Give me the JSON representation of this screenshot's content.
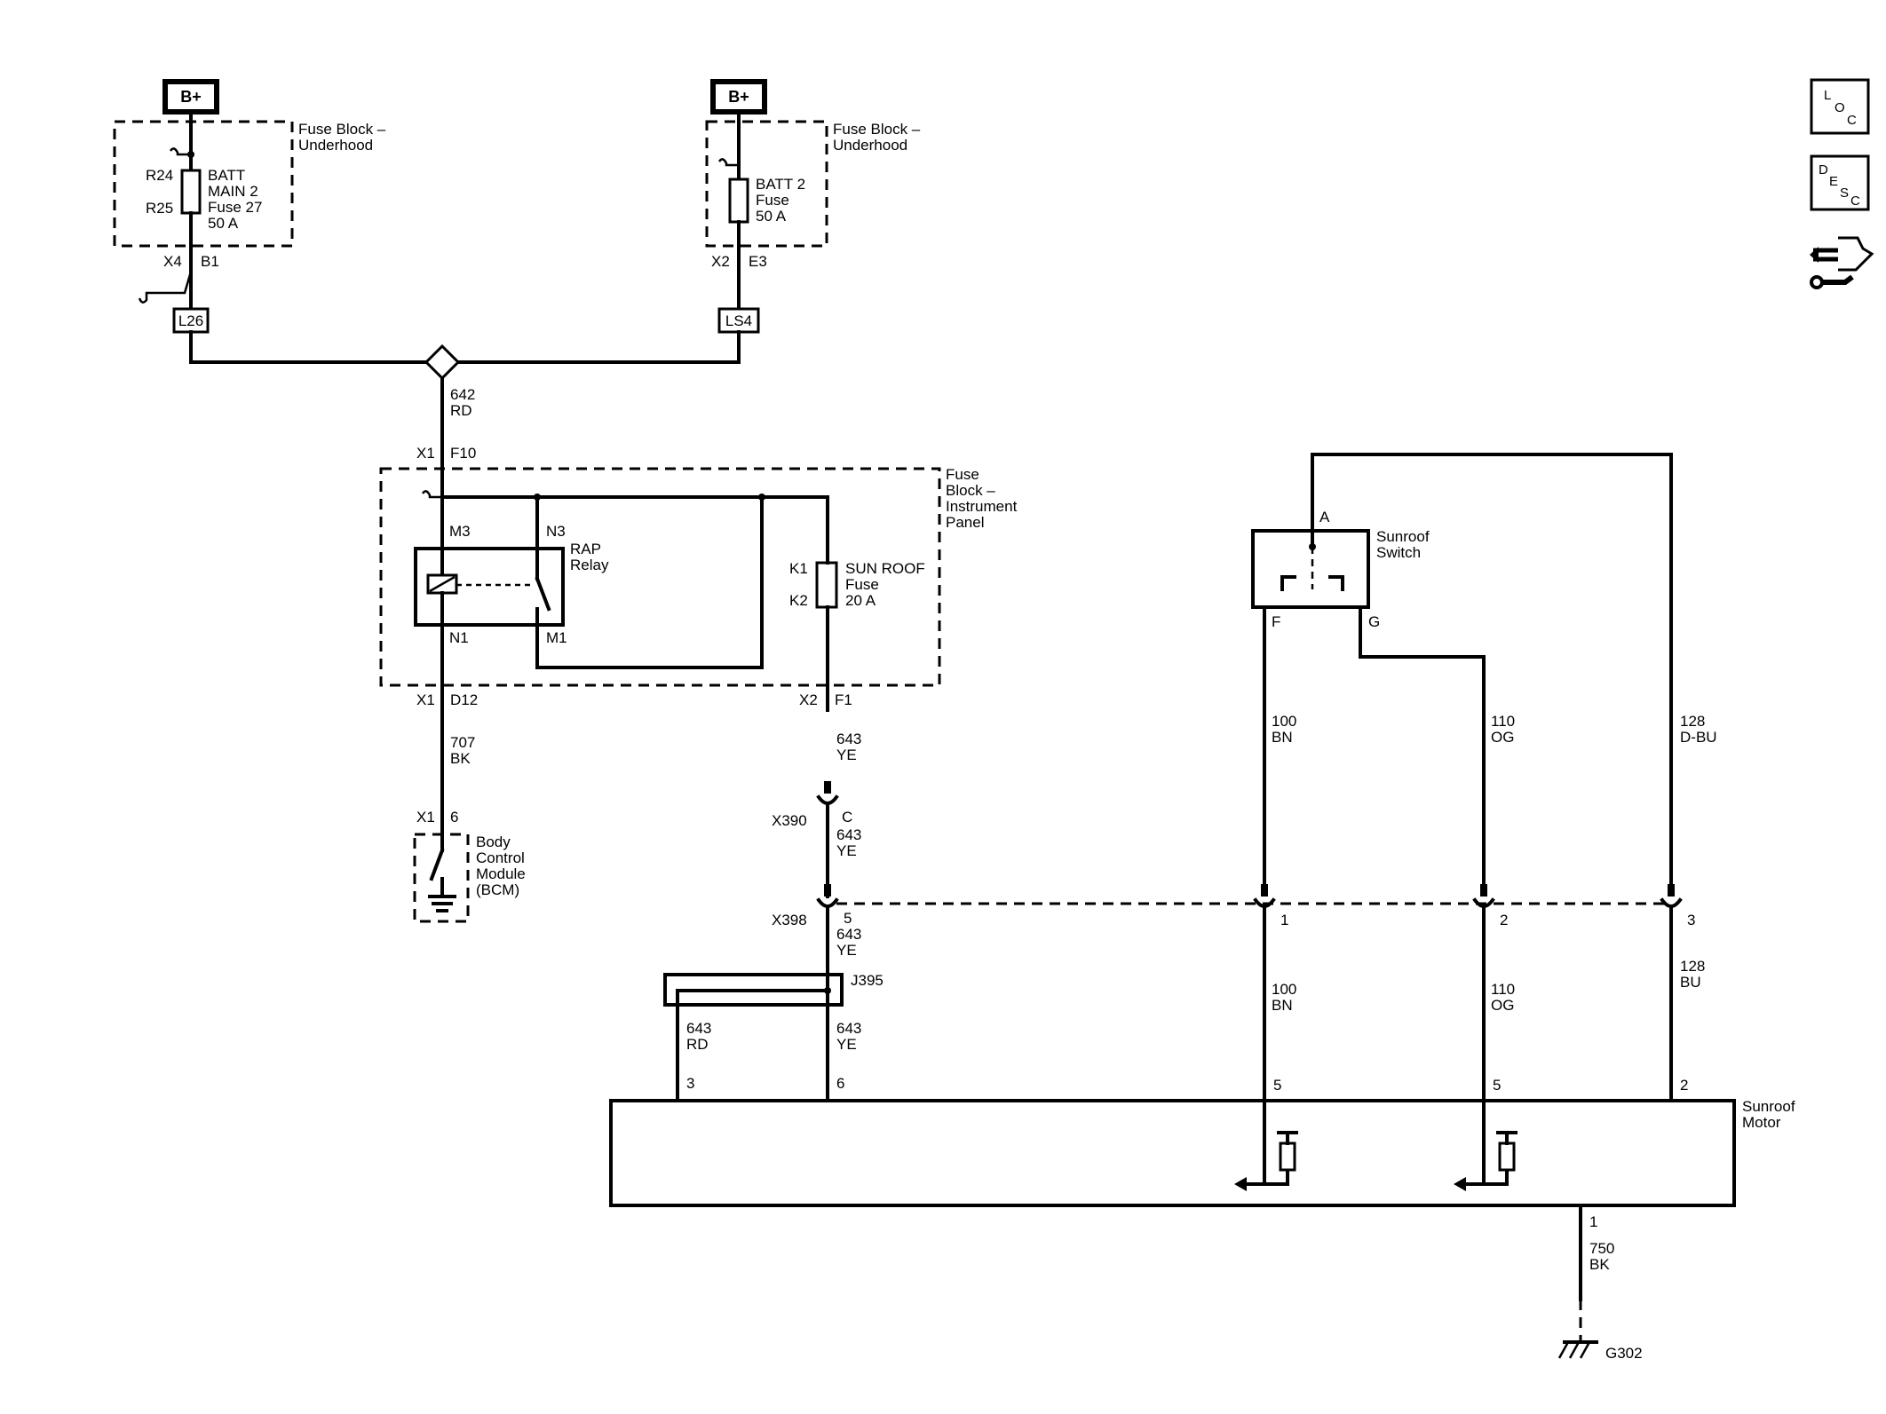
{
  "power": {
    "bplus_left": "B+",
    "bplus_right": "B+",
    "fuse_block_underhood_left": [
      "Fuse Block –",
      "Underhood"
    ],
    "fuse_block_underhood_right": [
      "Fuse Block –",
      "Underhood"
    ],
    "batt_main2_pin_top": "R24",
    "batt_main2_pin_bottom": "R25",
    "batt_main2_label": [
      "BATT",
      "MAIN 2",
      "Fuse 27",
      "50 A"
    ],
    "batt2_label": [
      "BATT 2",
      "Fuse",
      "50 A"
    ],
    "left_connector": "X4",
    "left_pin": "B1",
    "right_connector": "X2",
    "right_pin": "E3",
    "left_splice": "L26",
    "right_splice": "LS4"
  },
  "ip_fuse_block": {
    "label": [
      "Fuse",
      "Block –",
      "Instrument",
      "Panel"
    ],
    "feed_wire": [
      "642",
      "RD"
    ],
    "in_connector": "X1",
    "in_pin": "F10",
    "relay_label": [
      "RAP",
      "Relay"
    ],
    "relay_pins": {
      "m3": "M3",
      "n3": "N3",
      "n1": "N1",
      "m1": "M1"
    },
    "fuse_label": [
      "SUN ROOF",
      "Fuse",
      "20 A"
    ],
    "fuse_pin_top": "K1",
    "fuse_pin_bottom": "K2",
    "out_left_connector": "X1",
    "out_left_pin": "D12",
    "out_right_connector": "X2",
    "out_right_pin": "F1"
  },
  "bcm": {
    "wire": [
      "707",
      "BK"
    ],
    "connector": "X1",
    "pin": "6",
    "label": [
      "Body",
      "Control",
      "Module",
      "(BCM)"
    ]
  },
  "motor_feed": {
    "wire_1": [
      "643",
      "YE"
    ],
    "x390_connector": "X390",
    "x390_pin": "C",
    "wire_2": [
      "643",
      "YE"
    ],
    "x398_connector": "X398",
    "x398_pin": "5",
    "wire_3": [
      "643",
      "YE"
    ],
    "jumper": "J395",
    "wire_rd": [
      "643",
      "RD"
    ],
    "wire_ye": [
      "643",
      "YE"
    ]
  },
  "sunroof_switch": {
    "label": [
      "Sunroof",
      "Switch"
    ],
    "pin_a": "A",
    "pin_f": "F",
    "pin_g": "G",
    "wire_f": [
      "100",
      "BN"
    ],
    "wire_g": [
      "110",
      "OG"
    ],
    "wire_a": [
      "128",
      "D-BU"
    ],
    "x398_pin1": "1",
    "x398_pin2": "2",
    "x398_pin3": "3",
    "motor_wire_1": [
      "100",
      "BN"
    ],
    "motor_wire_2": [
      "110",
      "OG"
    ],
    "motor_wire_3": [
      "128",
      "BU"
    ]
  },
  "sunroof_motor": {
    "label": [
      "Sunroof",
      "Motor"
    ],
    "pins": [
      "3",
      "6",
      "5",
      "5",
      "2"
    ],
    "ground_pin": "1",
    "ground_wire": [
      "750",
      "BK"
    ],
    "ground": "G302"
  },
  "nav_icons": {
    "loc": [
      "L",
      "O",
      "C"
    ],
    "desc": [
      "D",
      "E",
      "S",
      "C"
    ],
    "tool": "connector-tool-icon"
  }
}
